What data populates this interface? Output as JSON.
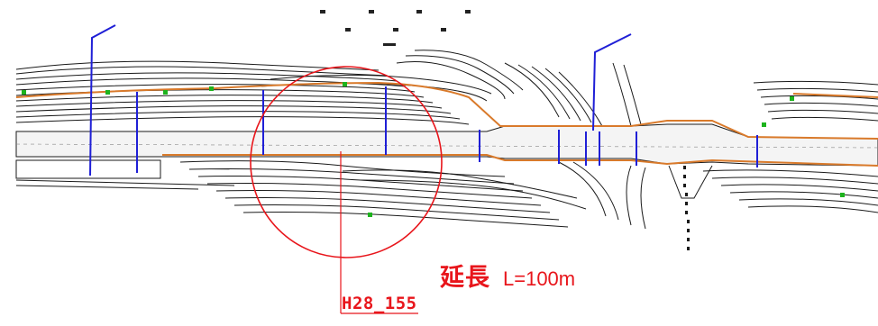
{
  "plan": {
    "extension_label": "延長",
    "length_label": "L=100m",
    "section_tag": "H28_155"
  },
  "colors": {
    "annotation": "#e8151b",
    "road_edge": "#d97a2b",
    "station_marker": "#1f1fd6",
    "tree_marker": "#1db31d",
    "contour": "#1a1a1a"
  }
}
